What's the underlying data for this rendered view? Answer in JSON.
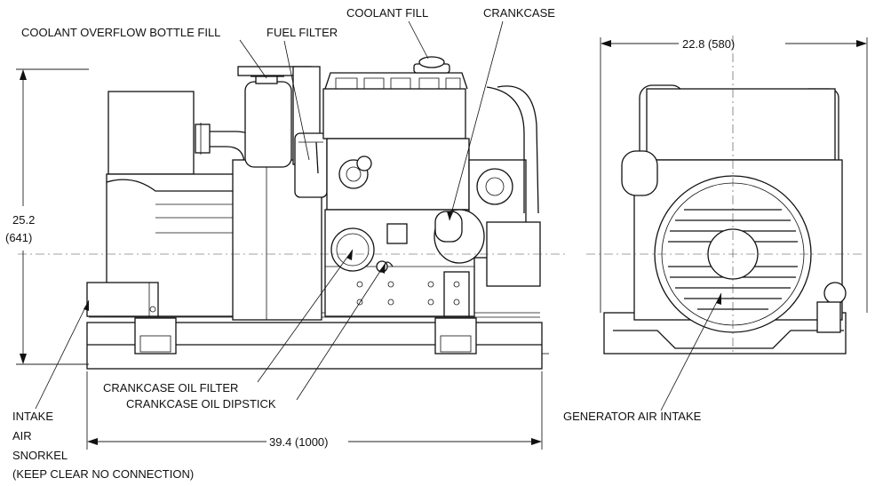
{
  "labels": {
    "coolant_overflow": "COOLANT OVERFLOW BOTTLE FILL",
    "fuel_filter": "FUEL FILTER",
    "coolant_fill": "COOLANT FILL",
    "crankcase": "CRANKCASE",
    "crankcase_oil_filter": "CRANKCASE OIL FILTER",
    "crankcase_oil_dipstick": "CRANKCASE OIL DIPSTICK",
    "generator_air_intake": "GENERATOR AIR INTAKE",
    "intake_line1": "INTAKE",
    "intake_line2": "AIR",
    "intake_line3": "SNORKEL",
    "intake_line4": "(KEEP CLEAR NO CONNECTION)"
  },
  "dimensions": {
    "height_in": "25.2",
    "height_mm": "(641)",
    "length": "39.4 (1000)",
    "width": "22.8 (580)"
  }
}
